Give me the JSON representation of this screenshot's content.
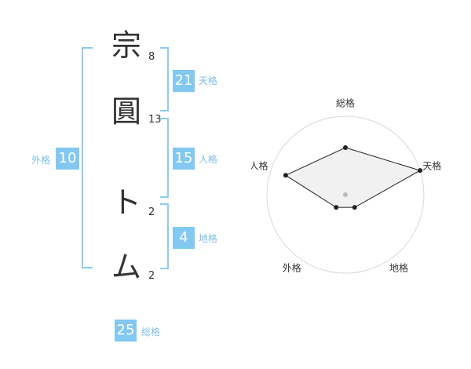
{
  "name": {
    "chars": [
      "宗",
      "圓",
      "ト",
      "ム"
    ],
    "strokes": [
      "8",
      "13",
      "2",
      "2"
    ]
  },
  "kaku": {
    "tenkaku": {
      "value": "21",
      "label": "天格"
    },
    "jinkaku": {
      "value": "15",
      "label": "人格"
    },
    "chikaku": {
      "value": "4",
      "label": "地格"
    },
    "gaikaku": {
      "value": "10",
      "label": "外格"
    },
    "soukaku": {
      "value": "25",
      "label": "総格"
    }
  },
  "colors": {
    "accent": "#82c8f0",
    "bracket": "#8cccef",
    "label": "#7fbde3"
  },
  "chart_data": {
    "type": "radar",
    "axes": [
      "総格",
      "天格",
      "地格",
      "外格",
      "人格"
    ],
    "values": [
      3,
      5,
      1,
      1,
      4
    ],
    "rmax": 5,
    "rings": 4
  }
}
